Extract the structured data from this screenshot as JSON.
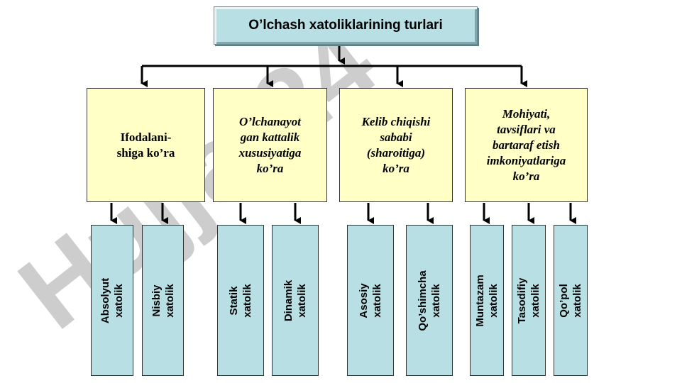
{
  "watermark": "Hujjat24",
  "colors": {
    "title_fill": "#b7dfe4",
    "category_fill": "#ffffc6",
    "leaf_fill": "#b7dfe4",
    "watermark_gray": "#c4c4c4",
    "watermark_violet": "#d7cef7"
  },
  "title": "O’lchash xatoliklarining turlari",
  "categories": [
    {
      "label": "Ifodalani-\nshiga ko’ra"
    },
    {
      "label": "O’lchanayot\ngan kattalik\nxususiyatiga\nko’ra"
    },
    {
      "label": "Kelib chiqishi\nsababi\n(sharoitiga)\nko’ra"
    },
    {
      "label": "Mohiyati,\ntavsiflari va\nbartaraf etish\nimkoniyatlariga\nko’ra"
    }
  ],
  "types": [
    {
      "label": "Absolyut xatolik"
    },
    {
      "label": "Nisbiy xatolik"
    },
    {
      "label": "Statik xatolik"
    },
    {
      "label": "Dinamik xatolik"
    },
    {
      "label": "Asosiy xatolik"
    },
    {
      "label": "Qo’shimcha\nxatolik"
    },
    {
      "label": "Muntazam xatolik"
    },
    {
      "label": "Tasodifiy xatolik"
    },
    {
      "label": "Qo’pol xatolik"
    }
  ]
}
